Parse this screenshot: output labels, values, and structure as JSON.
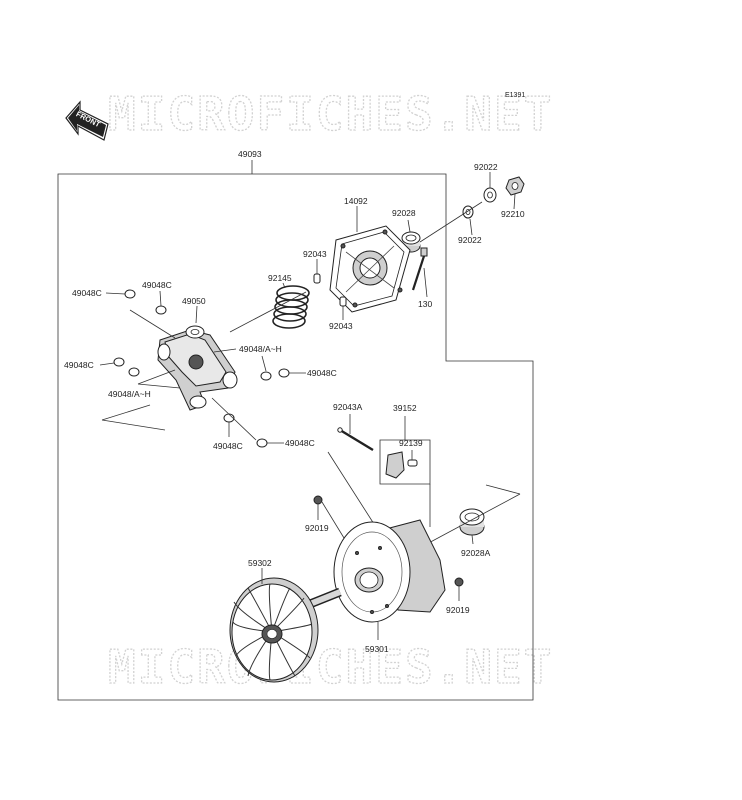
{
  "diagram": {
    "code": "E1391",
    "front_label": "FRONT",
    "watermark_top": "MICROFICHES.NET",
    "watermark_bottom": "MICROFICHES.NET",
    "labels": {
      "assembly": "49093",
      "cover": "14092",
      "washer_a": "92022",
      "washer_b": "92022",
      "nut_top": "92210",
      "bushing_top": "92028",
      "pin_a": "92043",
      "pin_b": "92043",
      "bolt": "130",
      "spring": "92145",
      "spider": "49050",
      "roller_1": "49048C",
      "roller_2": "49048C",
      "roller_3": "49048C",
      "roller_4": "49048C",
      "roller_5": "49048C",
      "roller_6": "49048C",
      "weight_set_1": "49048/A~H",
      "weight_set_2": "49048/A~H",
      "ramp_pin": "92043A",
      "ramp_assy": "39152",
      "ramp_spring": "92139",
      "nut_left": "92019",
      "nut_right": "92019",
      "bushing_bottom": "92028A",
      "fixed_sheave": "59302",
      "movable_sheave": "59301"
    }
  }
}
